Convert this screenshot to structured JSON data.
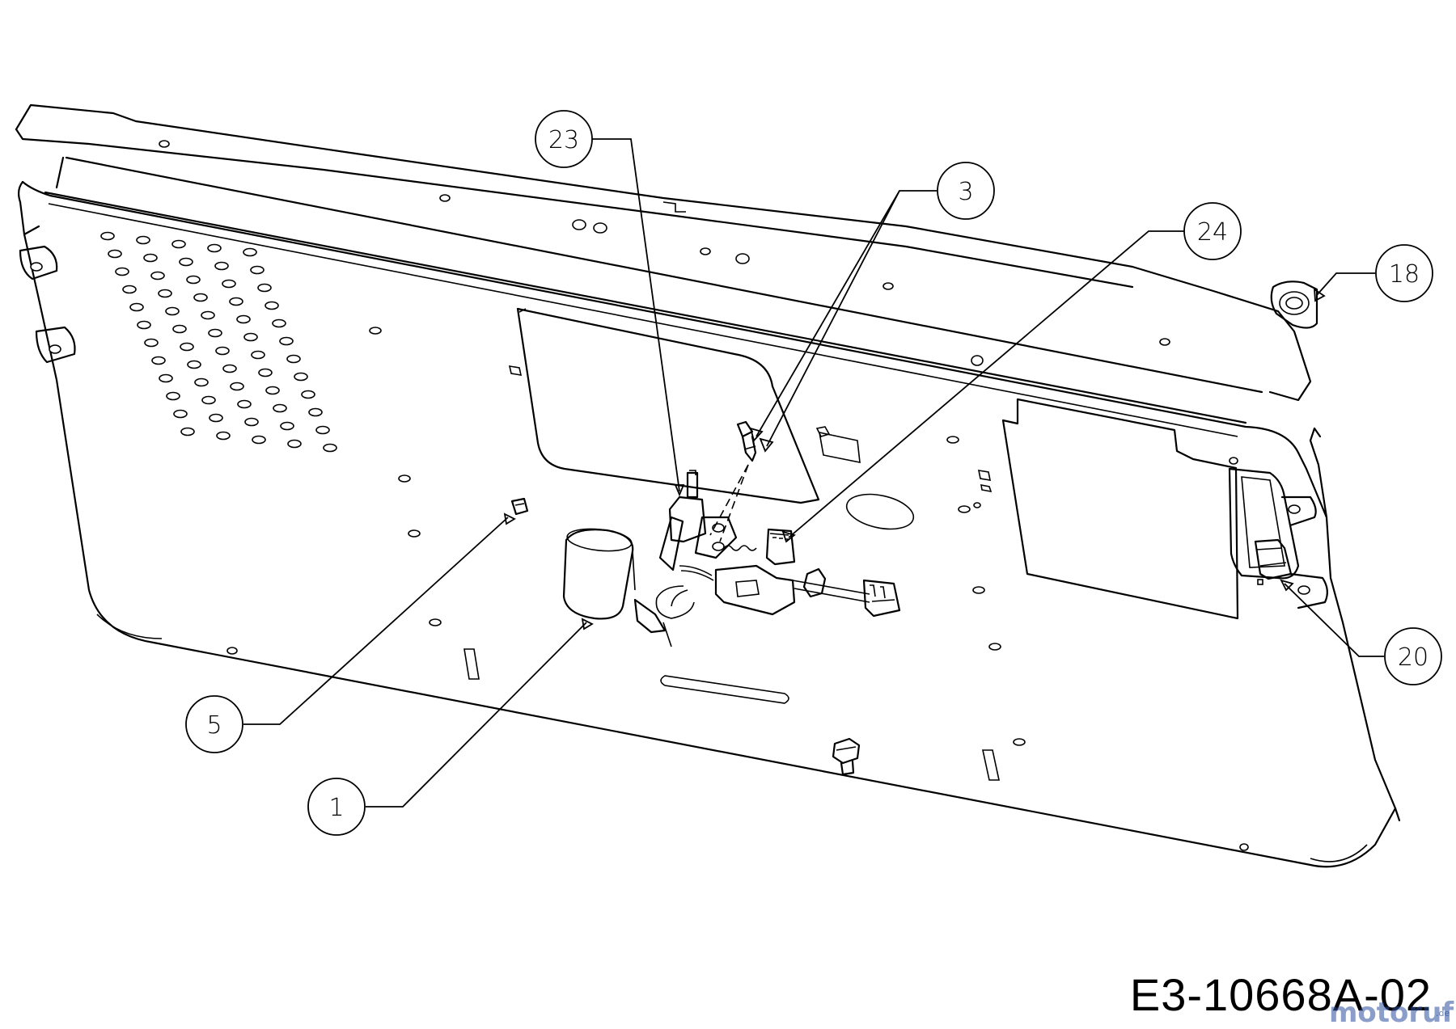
{
  "diagram": {
    "callouts": [
      {
        "id": "1",
        "label": "1"
      },
      {
        "id": "3",
        "label": "3"
      },
      {
        "id": "5",
        "label": "5"
      },
      {
        "id": "18",
        "label": "18"
      },
      {
        "id": "20",
        "label": "20"
      },
      {
        "id": "23",
        "label": "23"
      },
      {
        "id": "24",
        "label": "24"
      }
    ],
    "drawing_code": "E3-10668A-02",
    "watermark": "motoruf",
    "watermark_domain": ".de"
  }
}
